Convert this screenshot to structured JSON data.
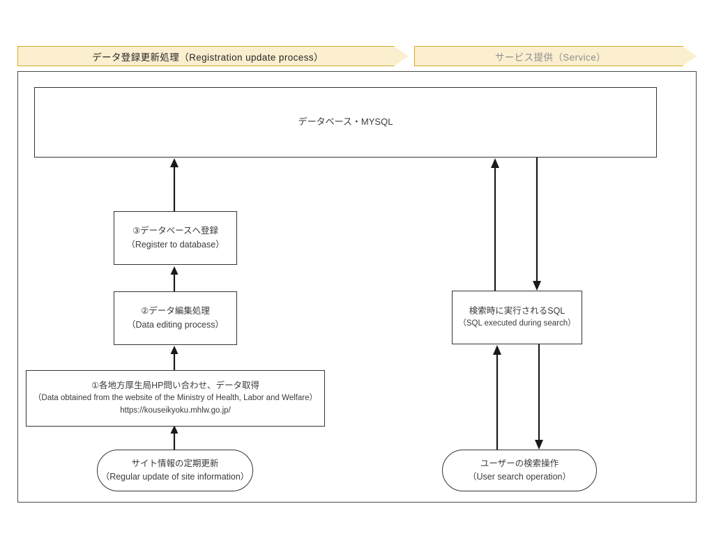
{
  "banners": [
    {
      "id": "registration-update-process",
      "label": "データ登録更新処理（Registration update process）",
      "fill": "#fcefd0",
      "border": "#d3a825",
      "text_color": "#262626"
    },
    {
      "id": "service",
      "label": "サービス提供（Service）",
      "fill": "#fcefd0",
      "border": "#d3a825",
      "text_color": "#8d8d8d"
    }
  ],
  "nodes": {
    "database": {
      "line1": "データベース・MYSQL"
    },
    "register_to_database": {
      "line1": "③データベースへ登録",
      "line2": "（Register to database）"
    },
    "data_editing_process": {
      "line1": "②データ編集処理",
      "line2": "（Data editing process）"
    },
    "data_acquisition": {
      "line1": "①各地方厚生局HP問い合わせ、データ取得",
      "line2": "（Data obtained from the website of the Ministry of Health, Labor and Welfare）",
      "line3": "https://kouseikyoku.mhlw.go.jp/"
    },
    "regular_update": {
      "line1": "サイト情報の定期更新",
      "line2": "（Regular update of site information）"
    },
    "sql_executed": {
      "line1": "検索時に実行されるSQL",
      "line2": "（SQL executed during search）"
    },
    "user_search": {
      "line1": "ユーザーの検索操作",
      "line2": "（User search operation）"
    }
  },
  "colors": {
    "shape_border": "#333333",
    "frame_border": "#4a4a4a",
    "arrow": "#1a1a1a",
    "background": "#ffffff"
  },
  "connectors": [
    {
      "name": "regular-update-to-acquisition",
      "direction": "up"
    },
    {
      "name": "acquisition-to-editing",
      "direction": "up"
    },
    {
      "name": "editing-to-register",
      "direction": "up"
    },
    {
      "name": "register-to-database",
      "direction": "up"
    },
    {
      "name": "sql-to-database",
      "direction": "up"
    },
    {
      "name": "database-to-sql",
      "direction": "down"
    },
    {
      "name": "user-search-to-sql",
      "direction": "up"
    },
    {
      "name": "sql-to-user-search",
      "direction": "down"
    }
  ]
}
